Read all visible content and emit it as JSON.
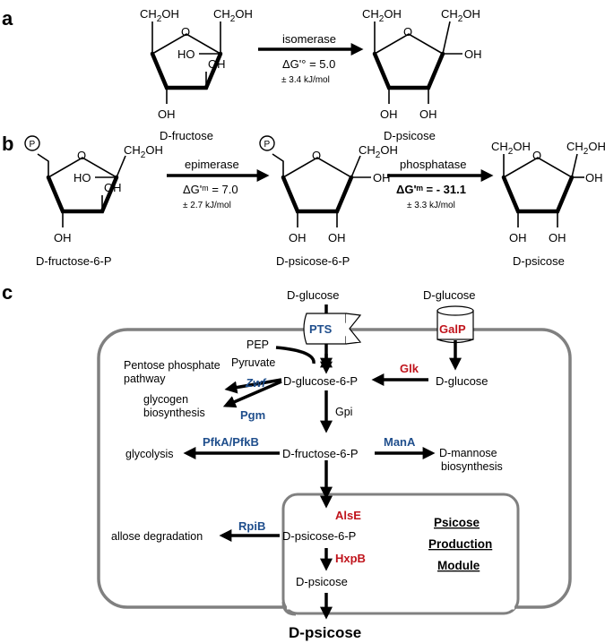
{
  "panels": [
    "a",
    "b",
    "c"
  ],
  "panel_a": {
    "left": {
      "ch2oh_l": "CH",
      "ch2oh_r": "CH",
      "ho": "HO",
      "oh_r": "OH",
      "oh_b": "OH",
      "name": "D-fructose"
    },
    "reaction": {
      "enzyme": "isomerase",
      "dg": "ΔG'° = 5.0",
      "err": "± 3.4 kJ/mol"
    },
    "right": {
      "name": "D-psicose"
    }
  },
  "panel_b": {
    "m1": {
      "name": "D-fructose-6-P"
    },
    "r1": {
      "enzyme": "epimerase",
      "dg": "ΔG'ᵐ = 7.0",
      "err": "± 2.7 kJ/mol"
    },
    "m2": {
      "name": "D-psicose-6-P"
    },
    "r2": {
      "enzyme": "phosphatase",
      "dg": "ΔG'ᵐ = - 31.1",
      "err": "± 3.3 kJ/mol"
    },
    "m3": {
      "name": "D-psicose"
    },
    "p": "P"
  },
  "panel_c": {
    "glucose_top": "D-glucose",
    "glucose_right": "D-glucose",
    "pts": "PTS",
    "galp": "GalP",
    "pep": "PEP",
    "pyruvate": "Pyruvate",
    "pentose": [
      "Pentose phosphate",
      "pathway"
    ],
    "zwf": "Zwf",
    "glycogen": [
      "glycogen",
      "biosynthesis"
    ],
    "pgm": "Pgm",
    "g6p": "D-glucose-6-P",
    "glk": "Glk",
    "glucose_in": "D-glucose",
    "gpi": "Gpi",
    "glycolysis": "glycolysis",
    "pfk": "PfkA/PfkB",
    "f6p": "D-fructose-6-P",
    "mana": "ManA",
    "mannose": [
      "D-mannose",
      "biosynthesis"
    ],
    "alse": "AlsE",
    "rpib": "RpiB",
    "allose": "allose degradation",
    "p6p": "D-psicose-6-P",
    "hxpb": "HxpB",
    "psicose_in": "D-psicose",
    "module": [
      "Psicose",
      "Production",
      "Module"
    ],
    "psicose_out": "D-psicose"
  },
  "colors": {
    "enzyme_blue": "#1f4e8c",
    "enzyme_red": "#c0141c",
    "cell_border": "#808080"
  },
  "chem": {
    "sub2": "2",
    "oh": "OH",
    "ho": "HO",
    "o": "O"
  }
}
